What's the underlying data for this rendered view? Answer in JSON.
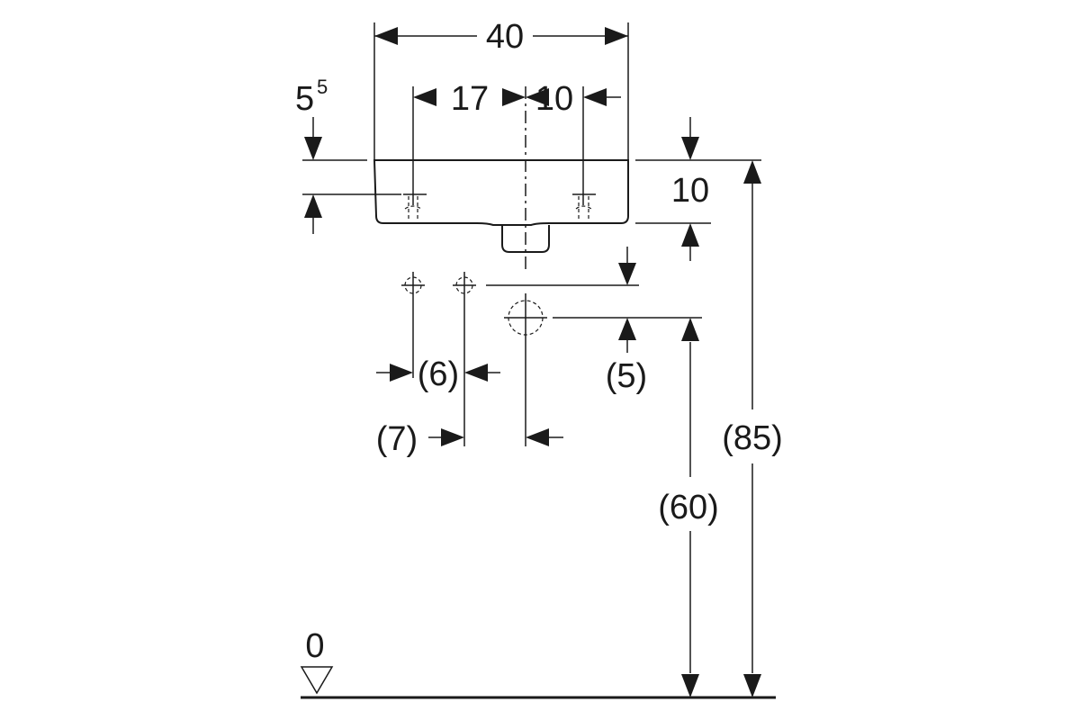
{
  "dimensions": {
    "overall_width": "40",
    "left_tap_offset": "17",
    "right_tap_offset": "10",
    "top_offset_main": "5",
    "top_offset_super": "5",
    "basin_height": "10",
    "left_hole_spacing": "(6)",
    "center_hole_offset": "(7)",
    "drain_offset": "(5)",
    "drain_height": "(60)",
    "total_height": "(85)",
    "floor_level": "0"
  }
}
